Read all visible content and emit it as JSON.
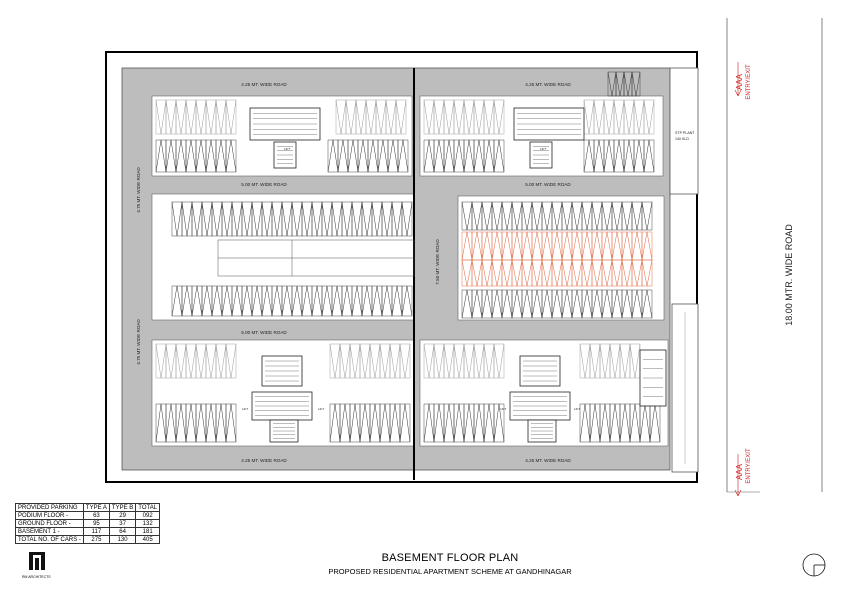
{
  "roads": {
    "top_left": "4.25 MT. WIDE ROAD",
    "top_right": "4.25 MT. WIDE ROAD",
    "mid_upper_left": "5.00 MT. WIDE ROAD",
    "mid_upper_right": "5.00 MT. WIDE ROAD",
    "left_upper": "4.75 MT. WIDE ROAD",
    "center_vertical": "7.50 MT. WIDE ROAD",
    "mid_lower_left": "5.00 MT. WIDE ROAD",
    "left_lower": "4.75 MT. WIDE ROAD",
    "bottom_left": "4.25 MT. WIDE ROAD",
    "bottom_right": "4.25 MT. WIDE ROAD",
    "main_road": "18.00 MTR. WIDE ROAD"
  },
  "entries": {
    "top_code": "AAA",
    "top_label": "ENTRY/EXIT",
    "bottom_code": "AAA",
    "bottom_label": "ENTRY/EXIT"
  },
  "stp": {
    "line1": "STP PLANT",
    "line2": "140 KLD"
  },
  "cores": {
    "lift": "LIFT"
  },
  "parking_table": {
    "headers": [
      "PROVIDED PARKING",
      "TYPE A",
      "TYPE B",
      "TOTAL"
    ],
    "rows": [
      [
        "PODIUM FLOOR -",
        "63",
        "29",
        "092"
      ],
      [
        "GROUND FLOOR  -",
        "95",
        "37",
        "132"
      ],
      [
        "BASEMENT 1 -",
        "117",
        "64",
        "181"
      ],
      [
        "TOTAL NO. OF CARS -",
        "275",
        "130",
        "405"
      ]
    ]
  },
  "title": "BASEMENT FLOOR PLAN",
  "subtitle": "PROPOSED RESIDENTIAL APARTMENT SCHEME AT GANDHINAGAR",
  "logo_text": "RM ARCHITECTS",
  "colors": {
    "road": "#bdbdbd",
    "highlight_parking": "#e0623a",
    "entry": "#d21d1d"
  }
}
